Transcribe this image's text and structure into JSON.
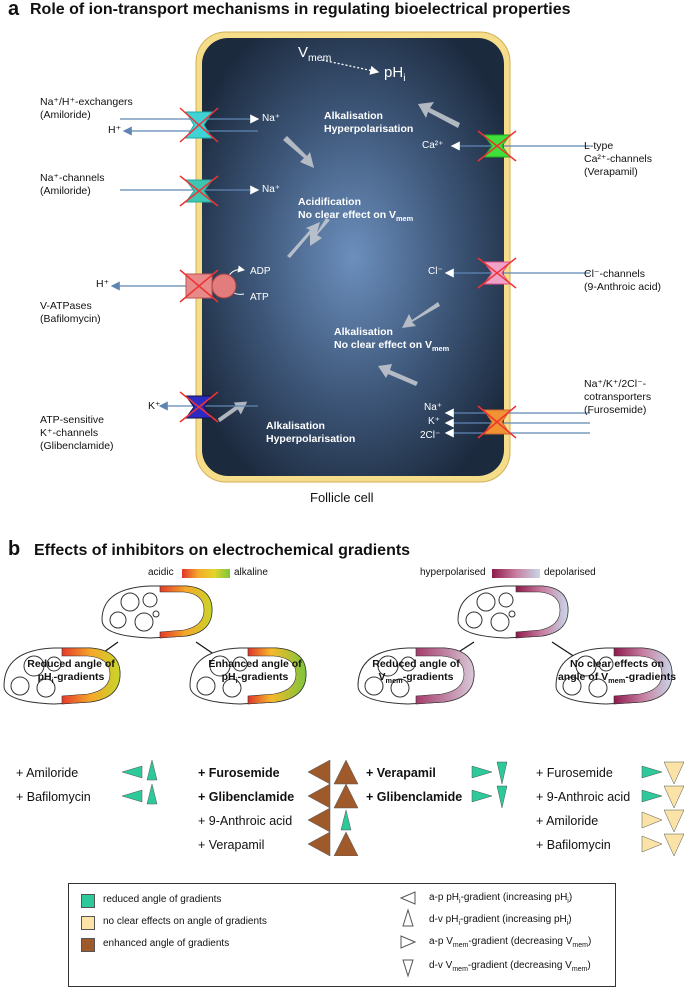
{
  "panel_a": {
    "letter": "a",
    "title": "Role of ion-transport mechanisms in regulating bioelectrical properties",
    "cell_label": "Follicle cell",
    "vmem": "V",
    "vmem_sub": "mem",
    "phi": "pH",
    "phi_sub": "i",
    "left": [
      {
        "name": "Na⁺/H⁺-exchangers",
        "drug": "(Amiloride)",
        "ions_out": "H⁺",
        "ions_in": "Na⁺"
      },
      {
        "name": "Na⁺-channels",
        "drug": "(Amiloride)",
        "ions_in": "Na⁺"
      },
      {
        "name": "V-ATPases",
        "drug": "(Bafilomycin)",
        "ions_out": "H⁺",
        "adp": "ADP",
        "atp": "ATP"
      },
      {
        "name1": "ATP-sensitive",
        "name2": "K⁺-channels",
        "drug": "(Glibenclamide)",
        "ions_out": "K⁺"
      }
    ],
    "right": [
      {
        "name1": "L-type",
        "name2": "Ca²⁺-channels",
        "drug": "(Verapamil)",
        "ion": "Ca²⁺"
      },
      {
        "name": "Cl⁻-channels",
        "drug": "(9-Anthroic acid)",
        "ion": "Cl⁻"
      },
      {
        "name1": "Na⁺/K⁺/2Cl⁻-",
        "name2": "cotransporters",
        "drug": "(Furosemide)",
        "ions": [
          "Na⁺",
          "K⁺",
          "2Cl⁻"
        ]
      }
    ],
    "effects": {
      "e1_l1": "Alkalisation",
      "e1_l2": "Hyperpolarisation",
      "e2_l1": "Acidification",
      "e2_l2": "No clear effect on V",
      "e2_sub": "mem",
      "e3_l1": "Alkalisation",
      "e3_l2": "No clear effect on V",
      "e3_sub": "mem",
      "e4_l1": "Alkalisation",
      "e4_l2": "Hyperpolarisation"
    }
  },
  "panel_b": {
    "letter": "b",
    "title": "Effects of inhibitors on electrochemical gradients",
    "ph_scale": {
      "left": "acidic",
      "right": "alkaline"
    },
    "vm_scale": {
      "left": "hyperpolarised",
      "right": "depolarised"
    },
    "groups": [
      {
        "title1": "Reduced angle of",
        "title2": "pH",
        "title2_sub": "i",
        "title2_end": "-gradients",
        "items": [
          {
            "text": "+ Amiloride",
            "bold": false
          },
          {
            "text": "+ Bafilomycin",
            "bold": false
          }
        ]
      },
      {
        "title1": "Enhanced angle of",
        "title2": "pH",
        "title2_sub": "i",
        "title2_end": "-gradients",
        "items": [
          {
            "text": "+ Furosemide",
            "bold": true
          },
          {
            "text": "+ Glibenclamide",
            "bold": true
          },
          {
            "text": "+ 9-Anthroic acid",
            "bold": false
          },
          {
            "text": "+ Verapamil",
            "bold": false
          }
        ]
      },
      {
        "title1": "Reduced angle of",
        "title2": "V",
        "title2_sub": "mem",
        "title2_end": "-gradients",
        "items": [
          {
            "text": "+ Verapamil",
            "bold": true
          },
          {
            "text": "+ Glibenclamide",
            "bold": true
          }
        ]
      },
      {
        "title1": "No clear effects on",
        "title2": "angle of V",
        "title2_sub": "mem",
        "title2_end": "-gradients",
        "items": [
          {
            "text": "+ Furosemide",
            "bold": false
          },
          {
            "text": "+ 9-Anthroic acid",
            "bold": false
          },
          {
            "text": "+ Amiloride",
            "bold": false
          },
          {
            "text": "+ Bafilomycin",
            "bold": false
          }
        ]
      }
    ],
    "legend": {
      "reduced": "reduced angle of gradients",
      "none": "no clear effects on angle of gradients",
      "enhanced": "enhanced angle of gradients",
      "ap_ph_a": "a-p pH",
      "ap_ph_sub": "i",
      "ap_ph_b": "-gradient (increasing pH",
      "ap_ph_sub2": "i",
      "ap_ph_c": ")",
      "dv_ph_a": "d-v pH",
      "dv_ph_sub": "i",
      "dv_ph_b": "-gradient (increasing pH",
      "dv_ph_sub2": "i",
      "dv_ph_c": ")",
      "ap_vm_a": "a-p V",
      "ap_vm_sub": "mem",
      "ap_vm_b": "-gradient (decreasing V",
      "ap_vm_sub2": "mem",
      "ap_vm_c": ")",
      "dv_vm_a": "d-v V",
      "dv_vm_sub": "mem",
      "dv_vm_b": "-gradient (decreasing V",
      "dv_vm_sub2": "mem",
      "dv_vm_c": ")"
    },
    "colors": {
      "reduced": "#2ec99a",
      "none": "#fbe3a7",
      "enhanced": "#9e5a2b"
    }
  }
}
